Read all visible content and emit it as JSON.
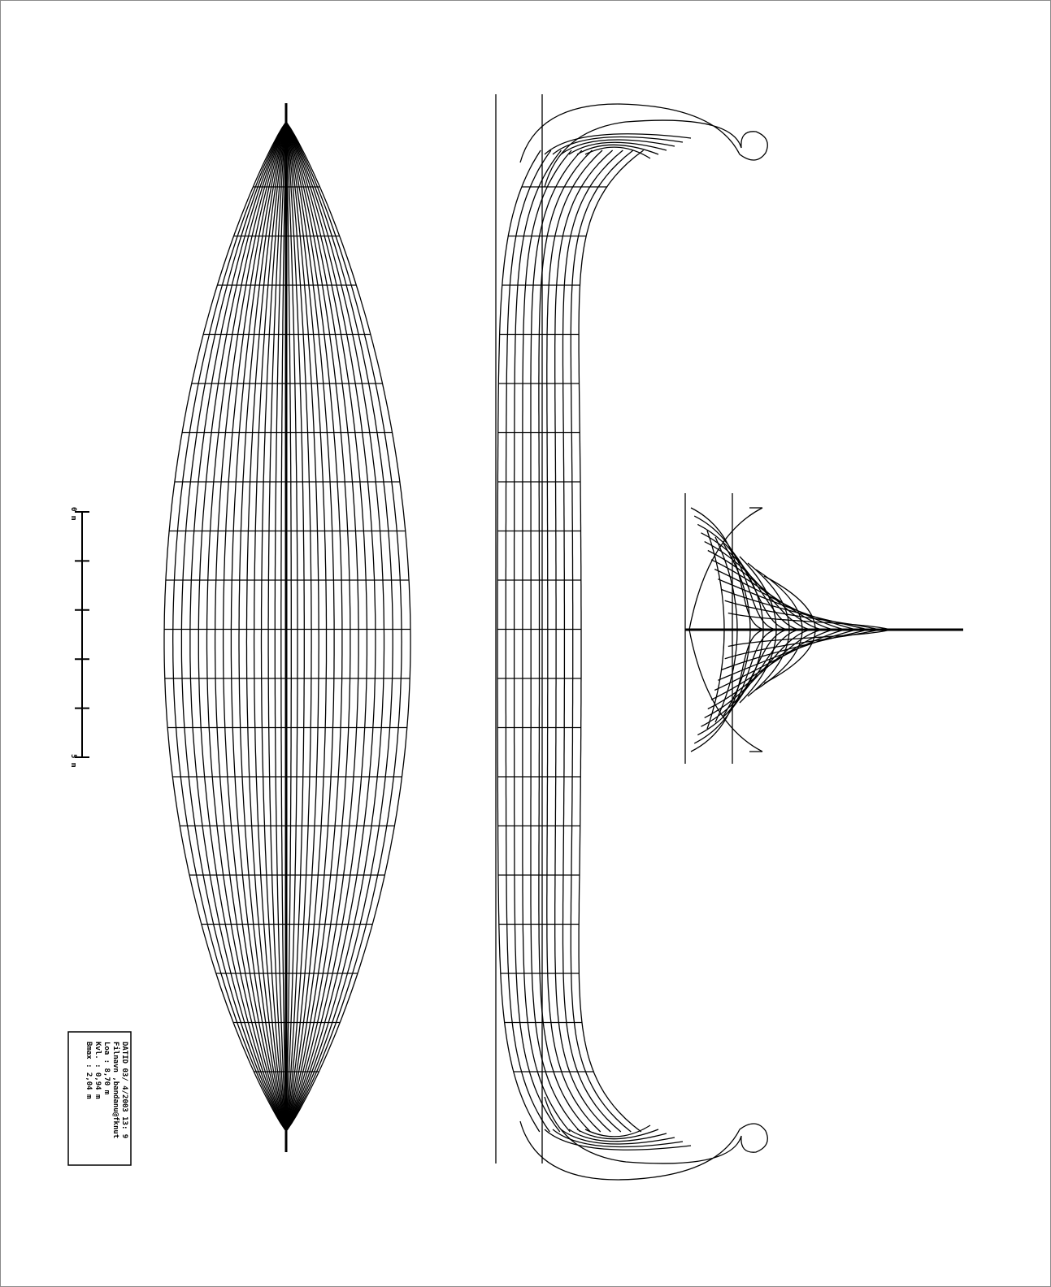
{
  "scale_bar": {
    "start_label": "0 m",
    "end_label": "5 m",
    "ticks": 6
  },
  "info_block": {
    "lines": [
      "DATID   03/ 4/2003  13: 9",
      "Filnavn  ,bandanu@fknut",
      "Loa     :  8,70  m",
      "Kvl.    :  0,94  m",
      "Bmax    :  2,04  m"
    ]
  },
  "views": {
    "plan_view": "plan-view",
    "profile_view": "profile-view",
    "body_plan": "body-plan"
  },
  "style": {
    "line_color": "#000000",
    "frame_color": "#8a8a8a"
  }
}
